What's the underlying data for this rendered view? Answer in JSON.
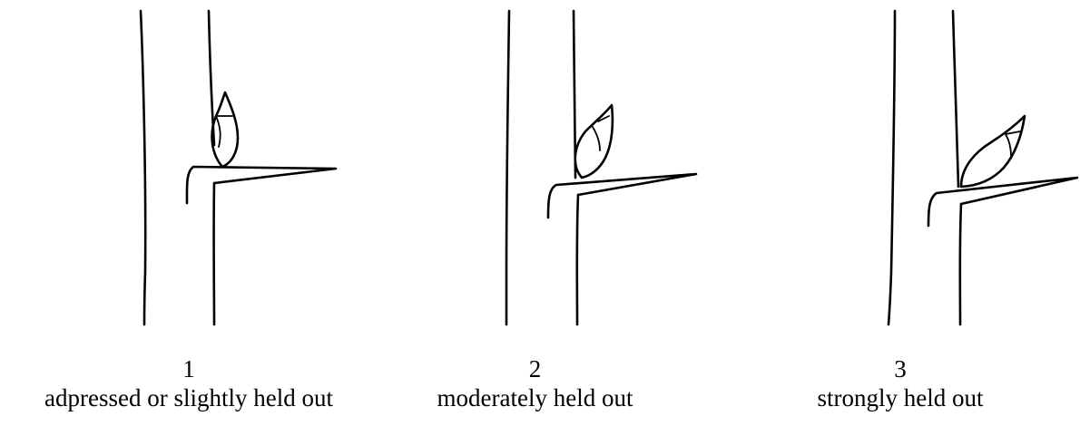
{
  "figure": {
    "panels": [
      {
        "number": "1",
        "description": "adpressed or slightly held out"
      },
      {
        "number": "2",
        "description": "moderately held out"
      },
      {
        "number": "3",
        "description": "strongly held out"
      }
    ]
  }
}
